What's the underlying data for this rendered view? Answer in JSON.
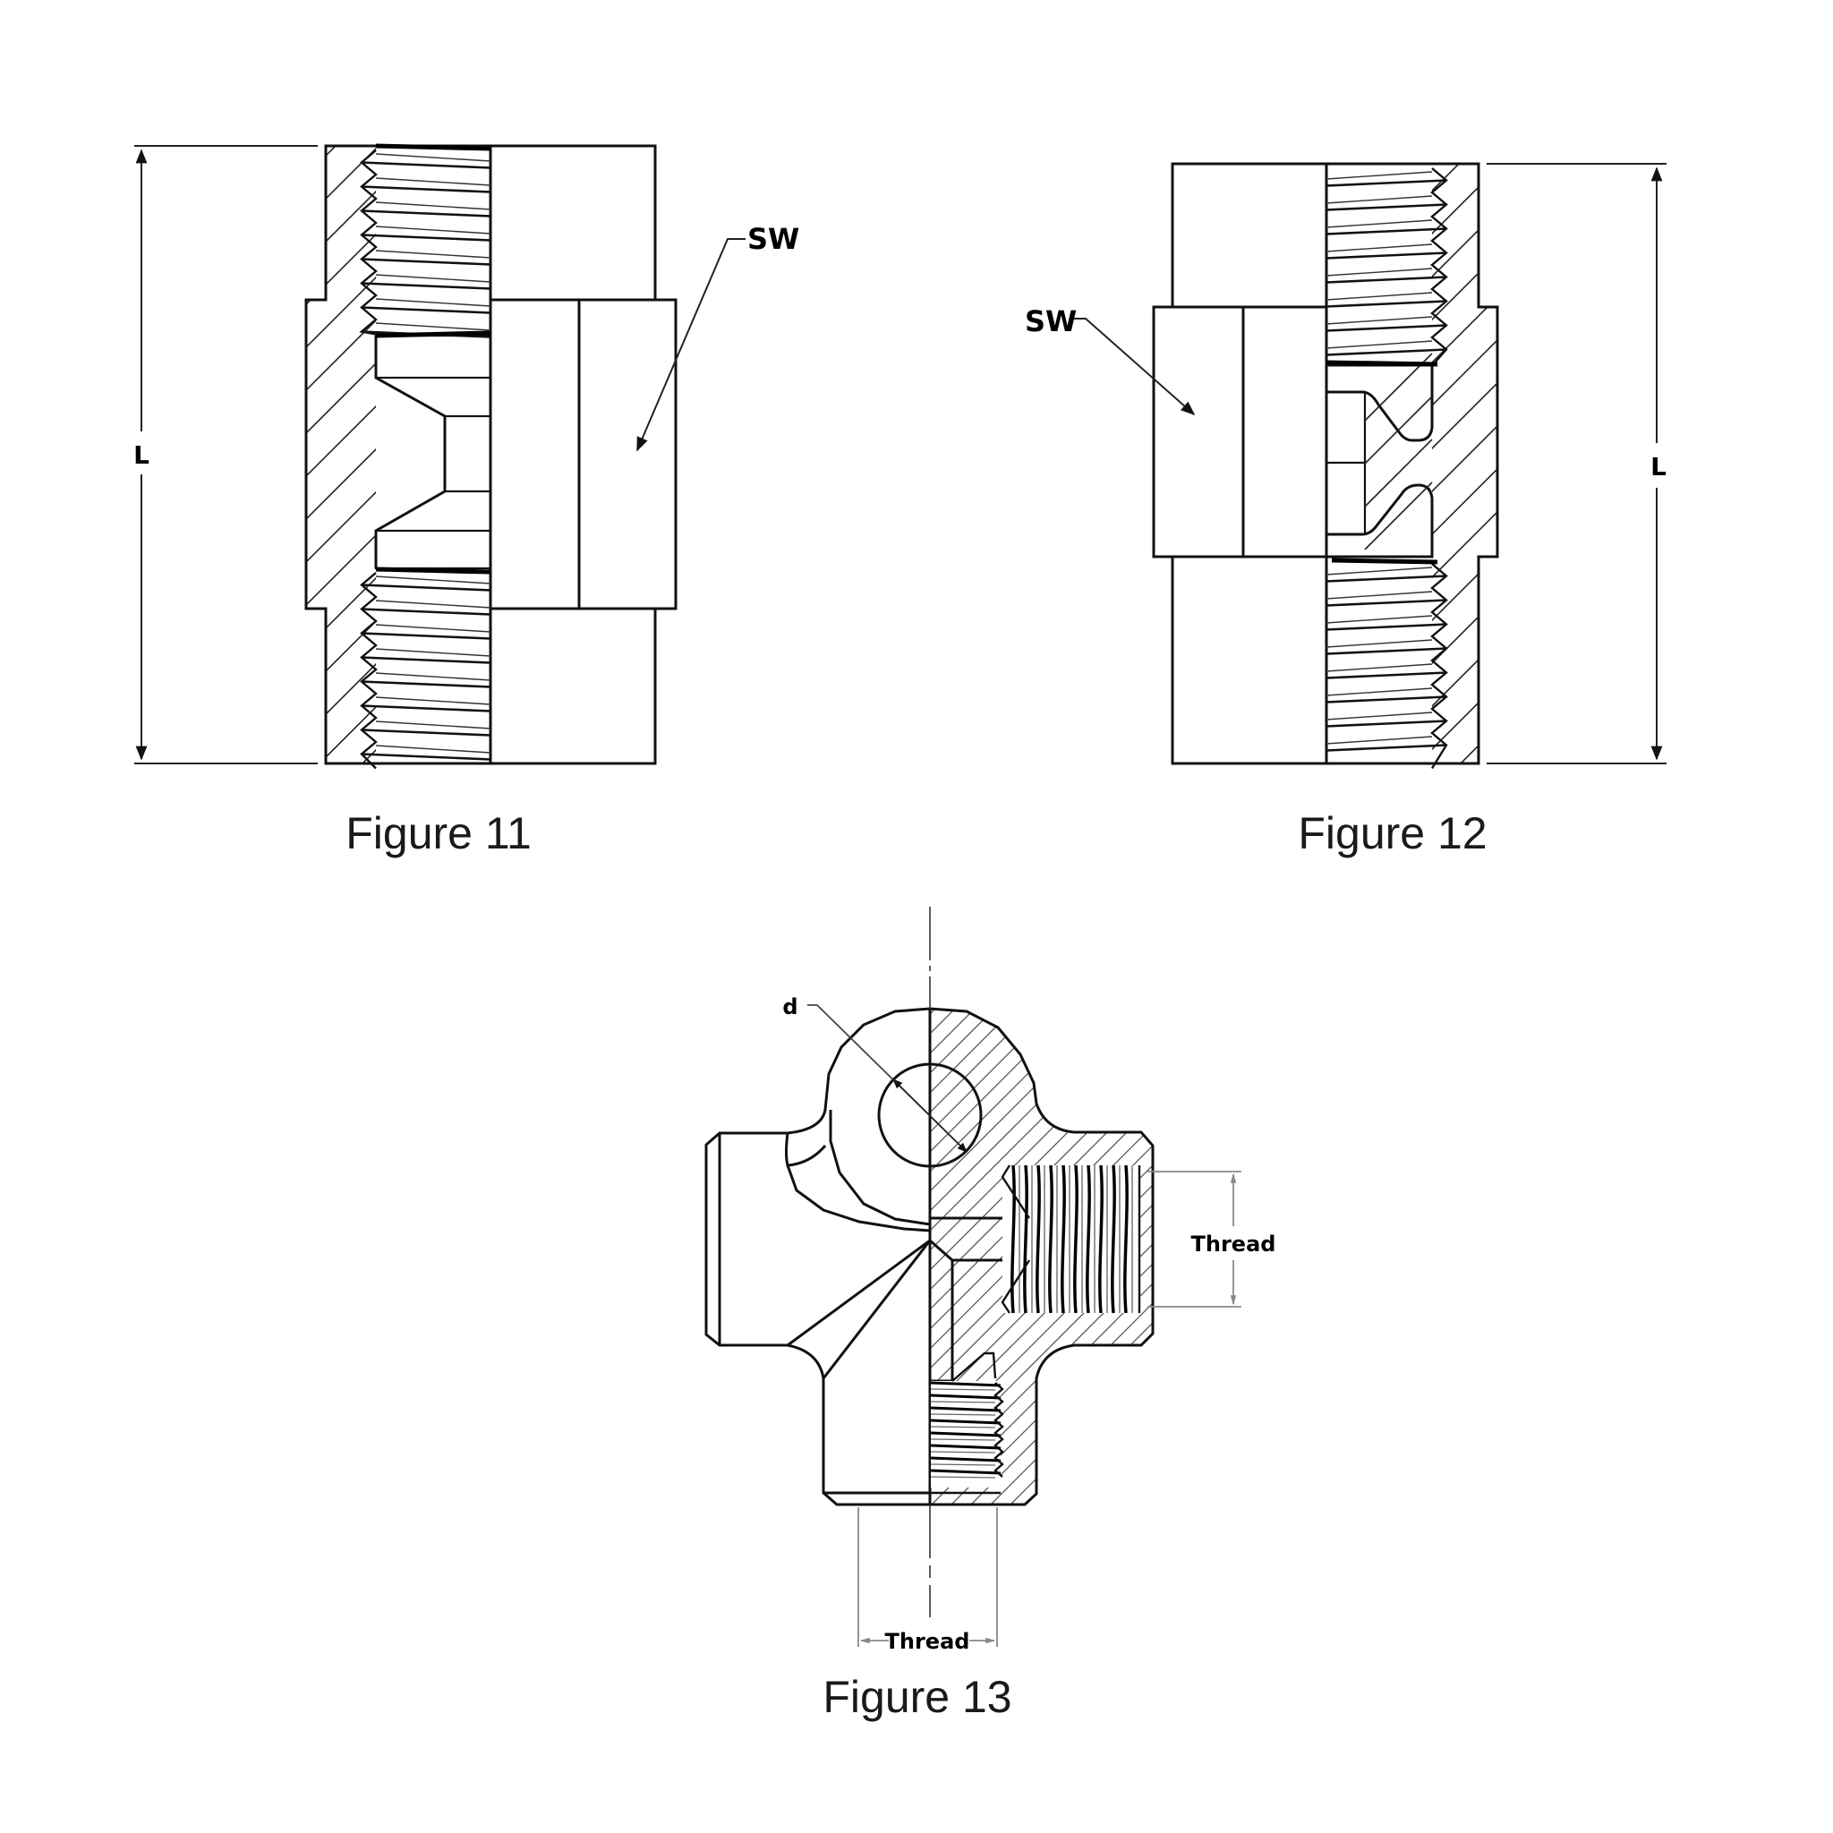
{
  "figures": [
    {
      "caption": "Figure 11",
      "labels": {
        "length": "L",
        "spanner_width": "SW"
      }
    },
    {
      "caption": "Figure 12",
      "labels": {
        "length": "L",
        "spanner_width": "SW"
      }
    },
    {
      "caption": "Figure 13",
      "labels": {
        "diameter": "d",
        "side_thread": "Thread",
        "bottom_thread": "Thread"
      }
    }
  ],
  "colors": {
    "line": "#111111",
    "dimension_grey": "#888888",
    "background": "#ffffff"
  }
}
